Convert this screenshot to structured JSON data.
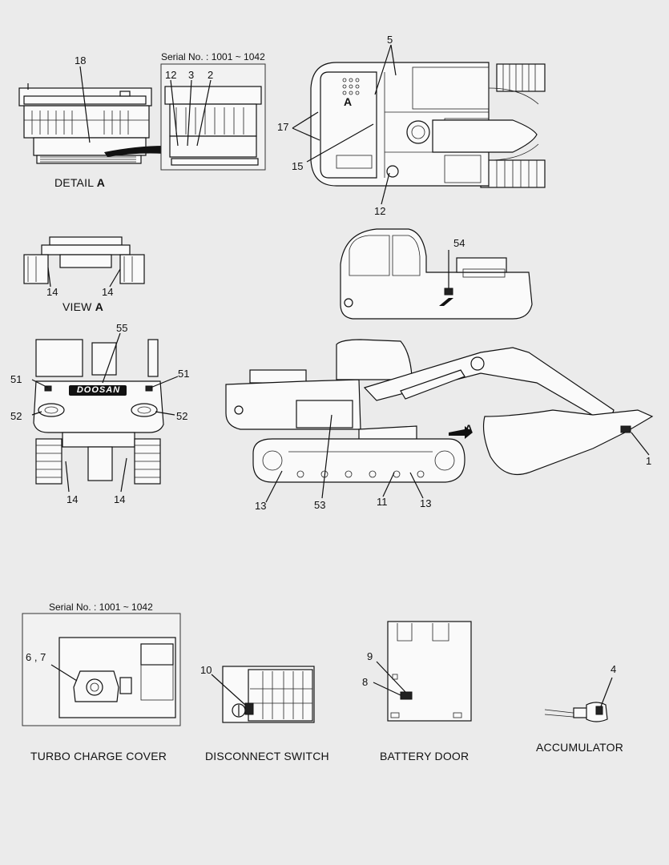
{
  "views": {
    "detail_a": {
      "caption_prefix": "DETAIL",
      "caption_letter": "A",
      "serial": "Serial No. : 1001 ~ 1042",
      "labels": [
        "18",
        "12",
        "3",
        "2"
      ]
    },
    "top_view": {
      "labels": [
        "5",
        "17",
        "15",
        "12"
      ],
      "view_marker": "A"
    },
    "view_a": {
      "caption_prefix": "VIEW",
      "caption_letter": "A",
      "labels": [
        "14",
        "14"
      ]
    },
    "side_cab": {
      "labels": [
        "54"
      ]
    },
    "rear_view": {
      "brand": "DOOSAN",
      "labels": [
        "55",
        "51",
        "51",
        "52",
        "52",
        "14",
        "14"
      ]
    },
    "side_view": {
      "view_marker": "A",
      "labels": [
        "1",
        "13",
        "53",
        "11",
        "13"
      ]
    },
    "turbo": {
      "serial": "Serial No. : 1001 ~ 1042",
      "label": "6 , 7",
      "caption": "TURBO CHARGE COVER"
    },
    "disconnect": {
      "label": "10",
      "caption": "DISCONNECT SWITCH"
    },
    "battery": {
      "labels": [
        "9",
        "8"
      ],
      "caption": "BATTERY DOOR"
    },
    "accumulator": {
      "label": "4",
      "caption": "ACCUMULATOR"
    }
  }
}
